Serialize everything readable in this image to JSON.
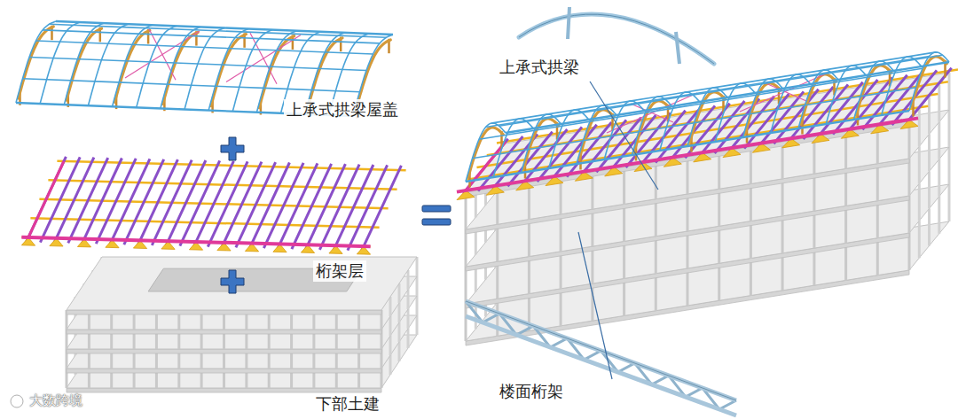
{
  "diagram": {
    "labels": [
      "上承式拱梁",
      "上承式拱梁屋盖",
      "桁架层",
      "下部土建",
      "楼面桁架",
      "大数跨境"
    ]
  }
}
